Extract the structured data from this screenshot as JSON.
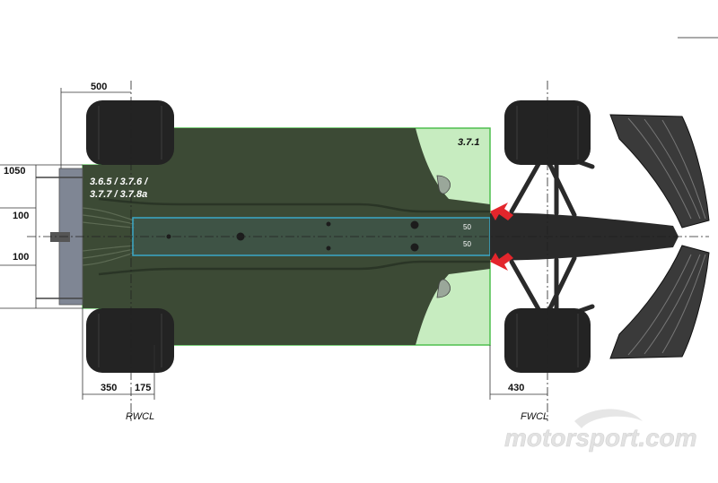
{
  "dimensions": {
    "rear_overhang": "500",
    "width_total": "1050",
    "upper_offset": "100",
    "lower_offset": "100",
    "rear_wheel_a": "350",
    "rear_wheel_b": "175",
    "front_offset": "430"
  },
  "regulation_labels": {
    "rear_zone": "3.6.5 / 3.7.6 /",
    "rear_zone_line2": "3.7.7 / 3.7.8a",
    "floor_zone": "3.7.1",
    "plank_upper": "50",
    "plank_lower": "50"
  },
  "centerlines": {
    "rear": "RWCL",
    "front": "FWCL"
  },
  "watermark": "motorsport.com",
  "colors": {
    "floor_dark": "#3c4a35",
    "zone_light": "#c7ecc0",
    "zone_border": "#4fbf4f",
    "plank_border": "#3aa7c8",
    "arrow": "#e3262c",
    "car_body": "#2a2a2a"
  }
}
